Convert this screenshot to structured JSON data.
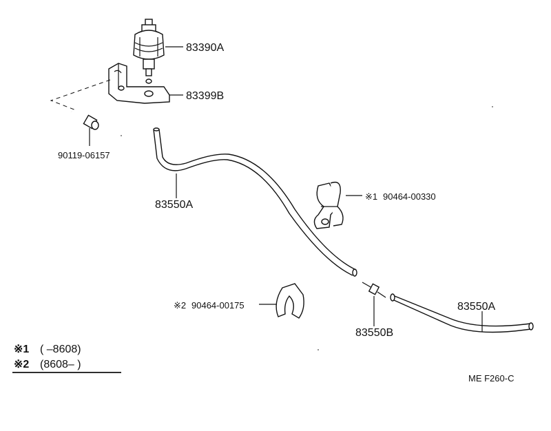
{
  "diagram": {
    "labels": {
      "p83390a": "83390A",
      "p83399b": "83399B",
      "p90119": "90119-06157",
      "p83550a_upper": "83550A",
      "p90464_330_mark": "※1",
      "p90464_330": "90464-00330",
      "p90464_175_mark": "※2",
      "p90464_175": "90464-00175",
      "p83550b": "83550B",
      "p83550a_lower": "83550A"
    },
    "notes": {
      "note1_mark": "※1",
      "note1_text": "(      –8608)",
      "note2_mark": "※2",
      "note2_text": "(8608–      )"
    },
    "code": "ME  F260-C"
  }
}
